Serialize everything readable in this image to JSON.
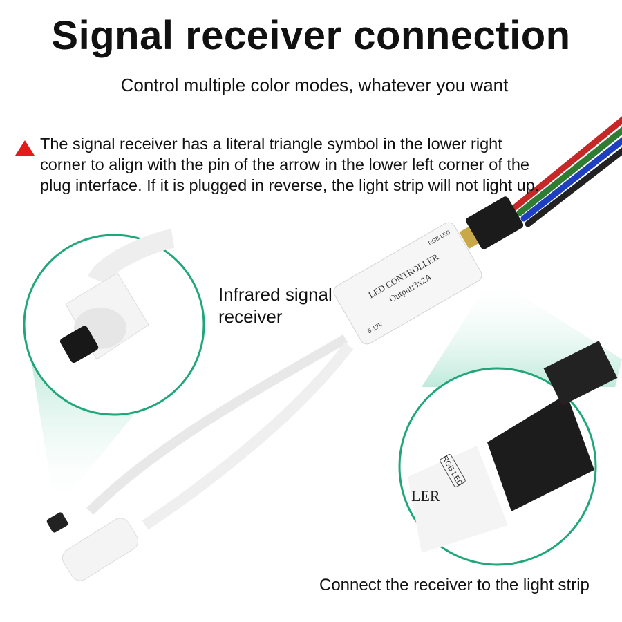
{
  "header": {
    "title": "Signal receiver connection",
    "subtitle": "Control multiple color modes, whatever you want"
  },
  "note": {
    "icon": "red-triangle-icon",
    "text": "The signal receiver has a literal triangle symbol in the lower right corner to align with the pin of the arrow in the lower left corner of the plug interface. If it is plugged in reverse, the light strip will not light up."
  },
  "labels": {
    "ir_line1": "Infrared signal",
    "ir_line2": "receiver",
    "connect": "Connect the receiver to the light strip"
  },
  "controller": {
    "rgb": "RGB LED",
    "name": "LED CONTROLLER",
    "output": "Output:3x2A",
    "voltage": "5-12V"
  },
  "zoom_detail": {
    "rgb": "RGB LED",
    "partial": "LER"
  },
  "colors": {
    "accent_triangle": "#e31b1b",
    "teal_beam": "#cdeee3",
    "circle_stroke": "#1fa77a"
  }
}
